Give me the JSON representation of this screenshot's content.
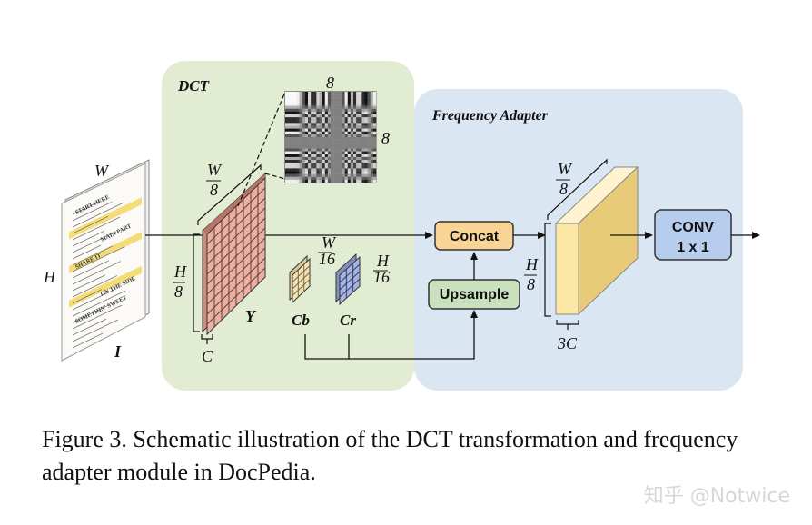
{
  "regions": {
    "dct_label": "DCT",
    "freq_label": "Frequency Adapter"
  },
  "image": {
    "width_label": "W",
    "height_label": "H",
    "name_label": "I",
    "poster_lines": [
      "START HERE",
      "MAIN PART",
      "SHARE IT",
      "ON THE SIDE",
      "SOMETHIN' SWEET"
    ]
  },
  "y_block": {
    "top_num": "W",
    "top_den": "8",
    "side_num": "H",
    "side_den": "8",
    "depth": "C",
    "name": "Y"
  },
  "dct_basis": {
    "top": "8",
    "side": "8"
  },
  "cb": {
    "name": "Cb"
  },
  "cr": {
    "name": "Cr",
    "top_num": "W",
    "top_den": "16",
    "side_num": "H",
    "side_den": "16"
  },
  "boxes": {
    "concat": "Concat",
    "upsample": "Upsample",
    "conv_line1": "CONV",
    "conv_line2": "1 x 1"
  },
  "out_block": {
    "top_num": "W",
    "top_den": "8",
    "side_num": "H",
    "side_den": "8",
    "depth": "3C"
  },
  "colors": {
    "dct_bg": "#e2ecd3",
    "freq_bg": "#dbe6f3",
    "y_face": "#e9b1a4",
    "cb_face": "#f5e1b6",
    "cr_face": "#a8b4e0",
    "out_face": "#fde7a4",
    "concat_fill": "#f8d596",
    "upsample_fill": "#c9e1bd",
    "conv_fill": "#b7cdee"
  },
  "caption": "Figure 3.  Schematic illustration of the DCT transformation and frequency adapter module in DocPedia.",
  "watermark": "知乎 @Notwice"
}
